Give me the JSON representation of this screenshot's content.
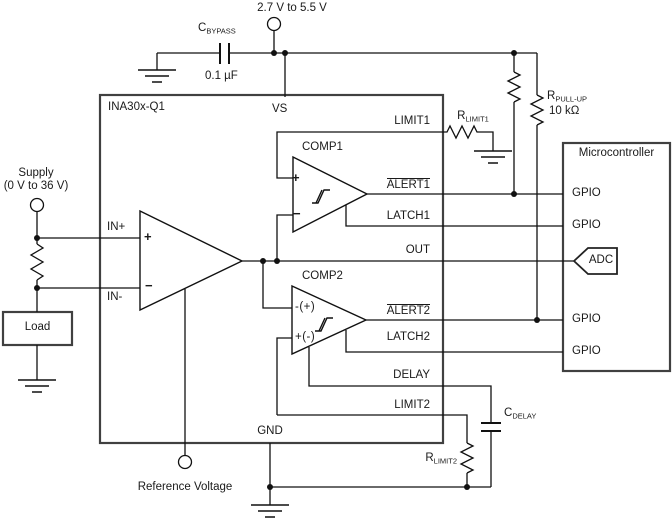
{
  "supply_top": {
    "label": "2.7 V to 5.5 V"
  },
  "cbypass": {
    "base": "C",
    "sub": "BYPASS",
    "value": "0.1 µF"
  },
  "ic": {
    "name": "INA30x-Q1",
    "pins": {
      "vs": "VS",
      "limit1": "LIMIT1",
      "alert1": "ALERT1",
      "latch1": "LATCH1",
      "out": "OUT",
      "alert2": "ALERT2",
      "latch2": "LATCH2",
      "delay": "DELAY",
      "limit2": "LIMIT2",
      "gnd": "GND",
      "in_plus": "IN+",
      "in_minus": "IN-"
    },
    "amp": {
      "plus": "+",
      "minus": "−"
    },
    "comp1": {
      "label": "COMP1",
      "plus": "+",
      "minus": "−"
    },
    "comp2": {
      "label": "COMP2",
      "in_top": "-(+)",
      "in_bottom": "+(-)"
    }
  },
  "rlimit1": {
    "base": "R",
    "sub": "LIMIT1"
  },
  "rpullup": {
    "base": "R",
    "sub": "PULL-UP",
    "value": "10 kΩ"
  },
  "rlimit2": {
    "base": "R",
    "sub": "LIMIT2"
  },
  "cdelay": {
    "base": "C",
    "sub": "DELAY"
  },
  "supply_left": {
    "line1": "Supply",
    "line2": "(0 V to 36 V)"
  },
  "load": {
    "label": "Load"
  },
  "reference": {
    "label": "Reference Voltage"
  },
  "microcontroller": {
    "title": "Microcontroller",
    "gpio_a": "GPIO",
    "gpio_b": "GPIO",
    "adc": "ADC",
    "gpio_c": "GPIO",
    "gpio_d": "GPIO"
  }
}
